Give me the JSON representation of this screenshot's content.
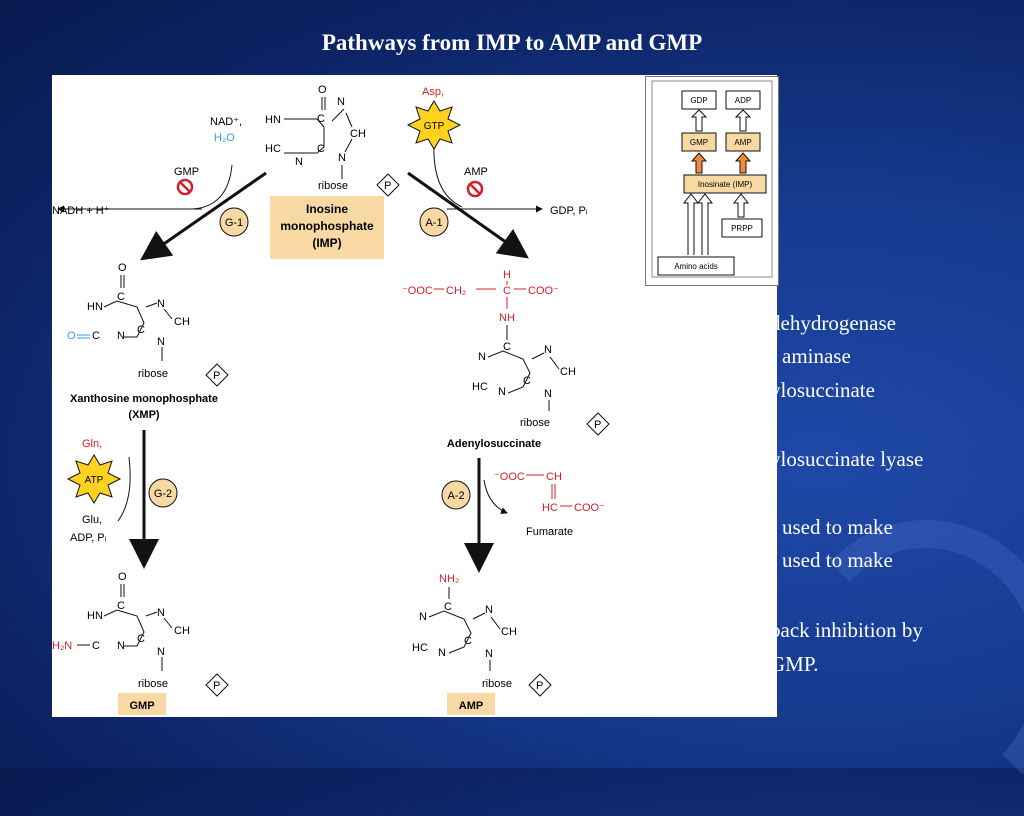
{
  "slide": {
    "title": "Pathways from IMP to AMP and GMP",
    "bullets": [
      "dehydrogenase",
      "aminase",
      "ylosuccinate",
      "ylosuccinate lyase",
      "used to make",
      "used to make",
      "back inhibition by",
      "GMP."
    ]
  },
  "figure": {
    "imp": {
      "name_line1": "Inosine",
      "name_line2": "monophosphate",
      "name_line3": "(IMP)",
      "ribose": "ribose",
      "phosphate": "P"
    },
    "atoms": {
      "O": "O",
      "N": "N",
      "HN": "HN",
      "HC": "HC",
      "CH": "CH",
      "C": "C",
      "NH": "NH",
      "H": "H"
    },
    "left_branch": {
      "enzyme1": "G-1",
      "inhibitor1": "GMP",
      "reactants1_a": "NAD⁺,",
      "reactants1_b": "H₂O",
      "products1": "NADH + H⁺",
      "xmp_name_line1": "Xanthosine monophosphate",
      "xmp_name_line2": "(XMP)",
      "xmp_carbonyl": "O",
      "enzyme2": "G-2",
      "cofactor2": "ATP",
      "reactant2": "Gln,",
      "products2_a": "Glu,",
      "products2_b": "ADP, Pᵢ",
      "gmp_amino": "H₂N",
      "final_label": "GMP"
    },
    "right_branch": {
      "enzyme1": "A-1",
      "inhibitor1": "AMP",
      "cofactor1": "GTP",
      "reactant1": "Asp,",
      "products1": "GDP, Pᵢ",
      "asp_chain_left": "⁻OOC",
      "asp_chain_ch2": "CH₂",
      "asp_chain_right": "COO⁻",
      "intermediate": "Adenylosuccinate",
      "enzyme2": "A-2",
      "fumarate_top": "⁻OOC",
      "fumarate_ch": "CH",
      "fumarate_hc": "HC",
      "fumarate_coo": "COO⁻",
      "fumarate_name": "Fumarate",
      "amp_amino": "NH₂",
      "final_label": "AMP"
    },
    "inset": {
      "gdp": "GDP",
      "adp": "ADP",
      "gmp": "GMP",
      "amp": "AMP",
      "imp": "Inosinate (IMP)",
      "prpp": "PRPP",
      "amino": "Amino acids"
    }
  },
  "colors": {
    "background": "#0c2466",
    "imp_box": "#f8d9a4",
    "gmp_box": "#f8d9a4",
    "highlight_red": "#d0202a",
    "water_blue": "#3b9be0",
    "enzyme_circle": "#f8d9a4",
    "cofactor_star": "#ffd21f",
    "inset_arrow": "#f08a3c"
  }
}
